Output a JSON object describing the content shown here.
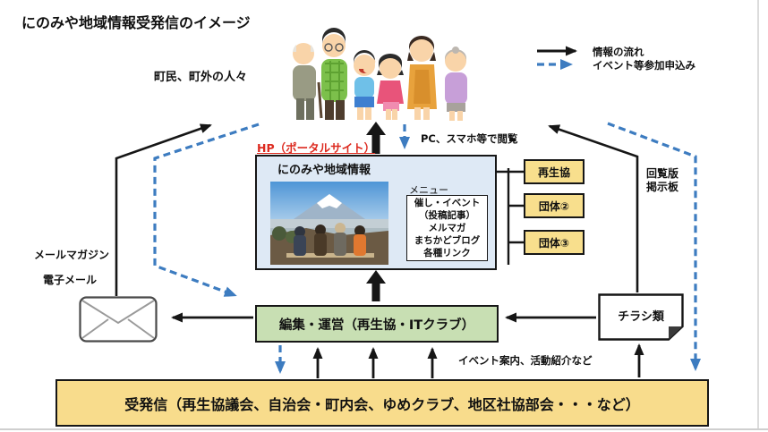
{
  "title": "にのみや地域情報受発信のイメージ",
  "people_label": "町民、町外の人々",
  "legend": {
    "info_flow": "情報の流れ",
    "event_apply": "イベント等参加申込み"
  },
  "browse_label": "PC、スマホ等で閲覧",
  "portal": {
    "hp_label": "HP（ポータルサイト）",
    "site_title": "にのみや地域情報",
    "menu_label": "メニュー",
    "menu_items": [
      "催し・イベント",
      "（投稿記事）",
      "メルマガ",
      "まちかどブログ",
      "各種リンク"
    ]
  },
  "org_boxes": [
    "再生協",
    "団体②",
    "団体③"
  ],
  "kairan_lines": [
    "回覧版",
    "掲示板"
  ],
  "mail_labels": [
    "メールマガジン",
    "電子メール"
  ],
  "edit_box_label": "編集・運営（再生協・ITクラブ）",
  "chirashi_label": "チラシ類",
  "event_info_label": "イベント案内、活動紹介など",
  "bottom_box_label": "受発信（再生協議会、自治会・町内会、ゆめクラブ、地区社協部会・・・など）",
  "colors": {
    "yellow_box": "#F8DF8D",
    "green_box": "#C8DFB3",
    "portal_blue": "#DEE9F5",
    "arrow_blue": "#3D7CC0",
    "hp_red": "#DD2B20",
    "arrow_black": "#161616"
  }
}
